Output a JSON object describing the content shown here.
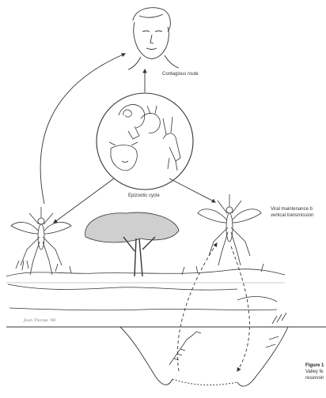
{
  "labels": {
    "contagious": "Contagious route",
    "epizootic": "Epizootic cycle",
    "transmission_line1": "Viral maintenance b",
    "transmission_line2": "vertical transmission",
    "artist": "Jean Thorpe '98",
    "figure_head": "Figure 1",
    "figure_line1": "Valley fe",
    "figure_line2": "reservoir"
  }
}
